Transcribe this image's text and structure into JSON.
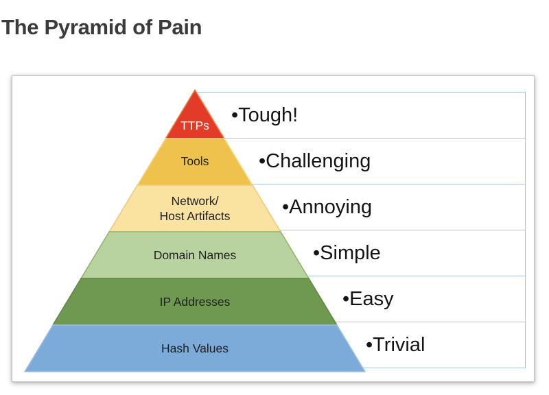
{
  "page": {
    "title": "The Pyramid of Pain"
  },
  "pyramid": {
    "bullet": "•",
    "row_border_color": "#a9c7e5",
    "levels": [
      {
        "name": "TTPs",
        "label_lines": [
          "TTPs"
        ],
        "difficulty": "Tough!",
        "color": "#e23b27",
        "stroke": "#ef8049",
        "text_color": "#ffffff"
      },
      {
        "name": "Tools",
        "label_lines": [
          "Tools"
        ],
        "difficulty": "Challenging",
        "color": "#eec24d",
        "stroke": "#f5d88a",
        "text_color": "#1f1f1f"
      },
      {
        "name": "Network/Host Artifacts",
        "label_lines": [
          "Network/",
          "Host Artifacts"
        ],
        "difficulty": "Annoying",
        "color": "#fae2a0",
        "stroke": "#efc77e",
        "text_color": "#1f1f1f"
      },
      {
        "name": "Domain Names",
        "label_lines": [
          "Domain Names"
        ],
        "difficulty": "Simple",
        "color": "#b9d3a0",
        "stroke": "#8fb36c",
        "text_color": "#1f1f1f"
      },
      {
        "name": "IP Addresses",
        "label_lines": [
          "IP Addresses"
        ],
        "difficulty": "Easy",
        "color": "#6f9950",
        "stroke": "#628844",
        "text_color": "#1f1f1f"
      },
      {
        "name": "Hash Values",
        "label_lines": [
          "Hash Values"
        ],
        "difficulty": "Trivial",
        "color": "#7caad9",
        "stroke": "#9fc0e2",
        "text_color": "#1f1f1f"
      }
    ]
  }
}
